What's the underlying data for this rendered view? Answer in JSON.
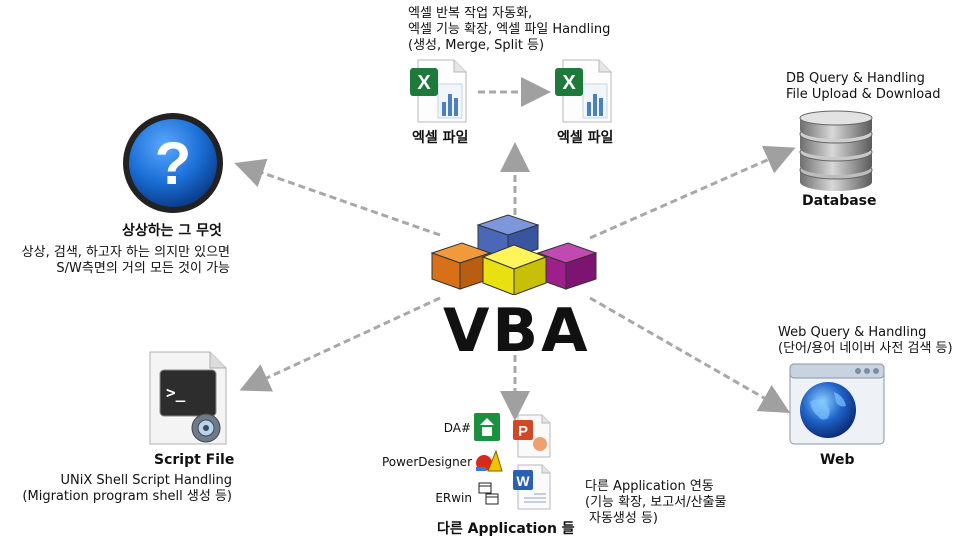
{
  "center": {
    "title": "VBA"
  },
  "top": {
    "desc": [
      "엑셀 반복 작업 자동화,",
      "엑셀 기능 확장, 엑셀 파일 Handling",
      "(생성, Merge, Split 등)"
    ],
    "file_left_label": "엑셀 파일",
    "file_right_label": "엑셀 파일"
  },
  "top_left": {
    "label": "상상하는 그 무엇",
    "desc": [
      "상상, 검색, 하고자 하는 의지만 있으면",
      "S/W측면의 거의 모든 것이 가능"
    ]
  },
  "top_right": {
    "desc": [
      "DB Query & Handling",
      "File Upload & Download"
    ],
    "label": "Database"
  },
  "bottom_left": {
    "label": "Script File",
    "desc": [
      "UNiX Shell Script Handling",
      "(Migration program shell 생성 등)"
    ]
  },
  "bottom_right": {
    "desc": [
      "Web Query & Handling",
      "(단어/용어 네이버 사전 검색 등)"
    ],
    "label": "Web"
  },
  "bottom": {
    "app_names": [
      "DA#",
      "PowerDesigner",
      "ERwin"
    ],
    "label": "다른 Application 들",
    "desc": [
      "다른 Application 연동",
      "(기능 확장, 보고서/산출물",
      "자동생성 등)"
    ]
  },
  "colors": {
    "arrow": "#a0a0a0",
    "excel_green": "#1d7a3a",
    "question_blue": "#1b6fd6",
    "cube_blue": "#5b79c9",
    "cube_orange": "#e07a1a",
    "cube_yellow": "#e8e010",
    "cube_purple": "#9c1f8c"
  }
}
